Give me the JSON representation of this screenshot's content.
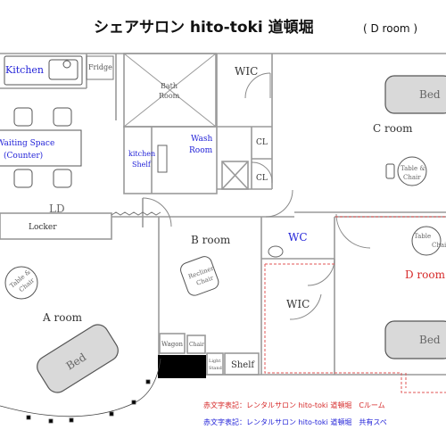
{
  "title": "シェアサロン hito-toki 道頓堀",
  "subtitle": "( D room )",
  "rooms": {
    "kitchen": "Kitchen",
    "fridge": "Fridge",
    "bath_line1": "Bath",
    "bath_line2": "Room",
    "wic_top": "WIC",
    "bed_c": "Bed",
    "c_room": "C room",
    "waiting_line1": "Waiting Space",
    "waiting_line2": "(Counter)",
    "kitchen_shelf_line1": "kitchen",
    "kitchen_shelf_line2": "Shelf",
    "wash_line1": "Wash",
    "wash_line2": "Room",
    "cl_upper": "CL",
    "cl_lower": "CL",
    "table_chair_c_line1": "Table &",
    "table_chair_c_line2": "Chair",
    "ld": "LD",
    "locker": "Locker",
    "b_room": "B room",
    "wc": "WC",
    "table_chair_d_line1": "Table",
    "table_chair_d_line2": "Chai",
    "d_room": "D room",
    "table_chair_a_line1": "Table &",
    "table_chair_a_line2": "Chair",
    "recliner_line1": "Recliner",
    "recliner_line2": "Chair",
    "wic_d": "WIC",
    "a_room": "A room",
    "bed_a": "Bed",
    "bed_d": "Bed",
    "wagon": "Wagon",
    "chair_small": "Chair",
    "light_line1": "Light",
    "light_line2": "Stand",
    "shelf": "Shelf"
  },
  "notes": {
    "red_note": "赤文字表記：レンタルサロン hito-toki 道頓堀　Cルーム",
    "blue_note": "赤文字表記：レンタルサロン hito-toki 道頓堀　共有スペ"
  },
  "colors": {
    "wall": "#9a9a9a",
    "dark": "#333333",
    "blue_label": "#2323d8",
    "red_label": "#d62a2a",
    "d_room_boundary": "#e25555",
    "furniture_fill": "#d9d9d9",
    "black_block": "#000000"
  }
}
